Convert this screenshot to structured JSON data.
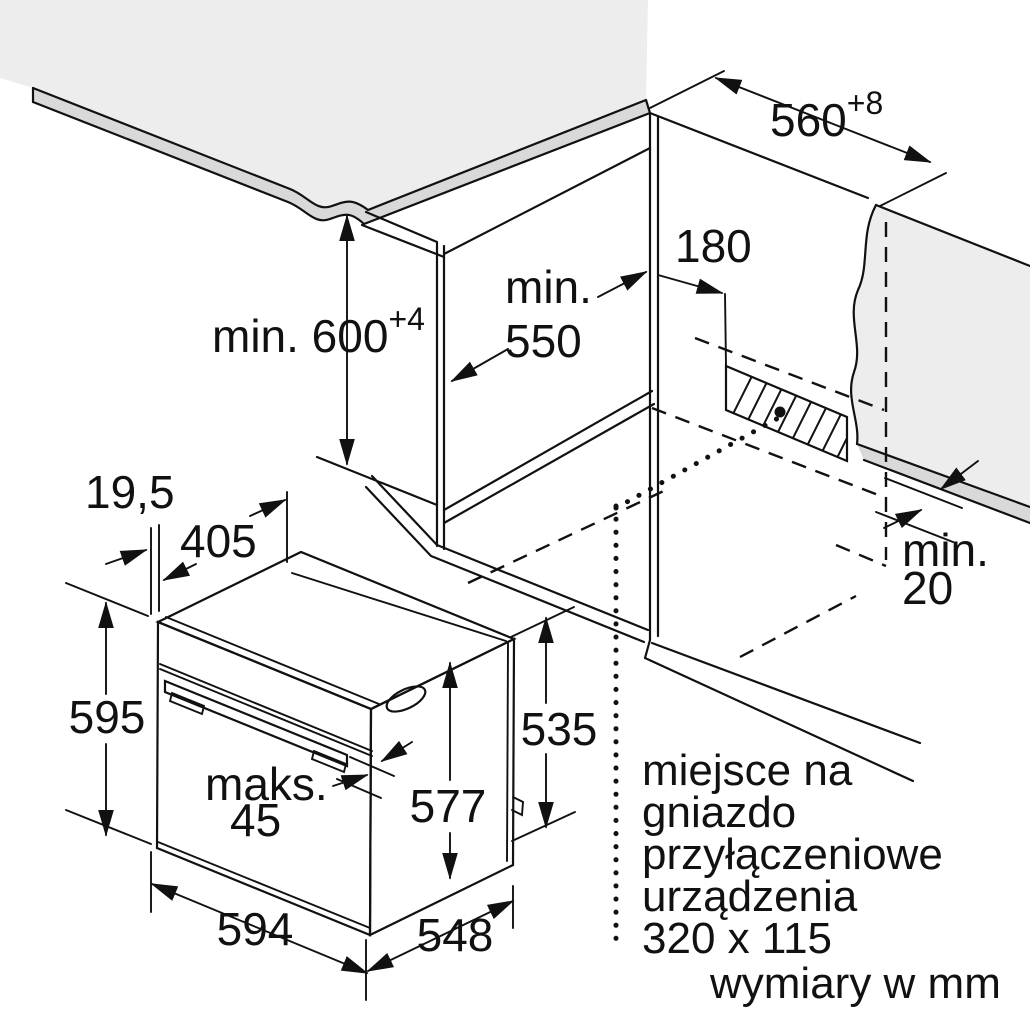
{
  "title": "Oven built-in installation drawing",
  "units_note": "wymiary w mm",
  "colors": {
    "line": "#111111",
    "surface_fill": "#ededed",
    "edge_band_fill": "#d9d9d9",
    "background": "#ffffff"
  },
  "top_diagram": {
    "dim_niche_width": {
      "value": "560",
      "sup": "+8"
    },
    "dim_height": {
      "value": "min. 600",
      "sup": "+4"
    },
    "dim_depth": {
      "line1": "min.",
      "line2": "550"
    },
    "dim_socket_offset": "180",
    "dim_back_gap": {
      "line1": "min.",
      "line2": "20"
    }
  },
  "oven_diagram": {
    "dim_frame_thickness": "19,5",
    "dim_top_depth": "405",
    "dim_front_height": "595",
    "dim_handle_protrusion": {
      "line1": "maks.",
      "line2": "45"
    },
    "dim_casing_height": "577",
    "dim_rear_height": "535",
    "dim_front_width": "594",
    "dim_casing_depth": "548"
  },
  "note": {
    "lines": [
      "miejsce na",
      "gniazdo",
      "przyłączeniowe",
      "urządzenia",
      "320 x 115"
    ],
    "footer": "wymiary w mm"
  }
}
